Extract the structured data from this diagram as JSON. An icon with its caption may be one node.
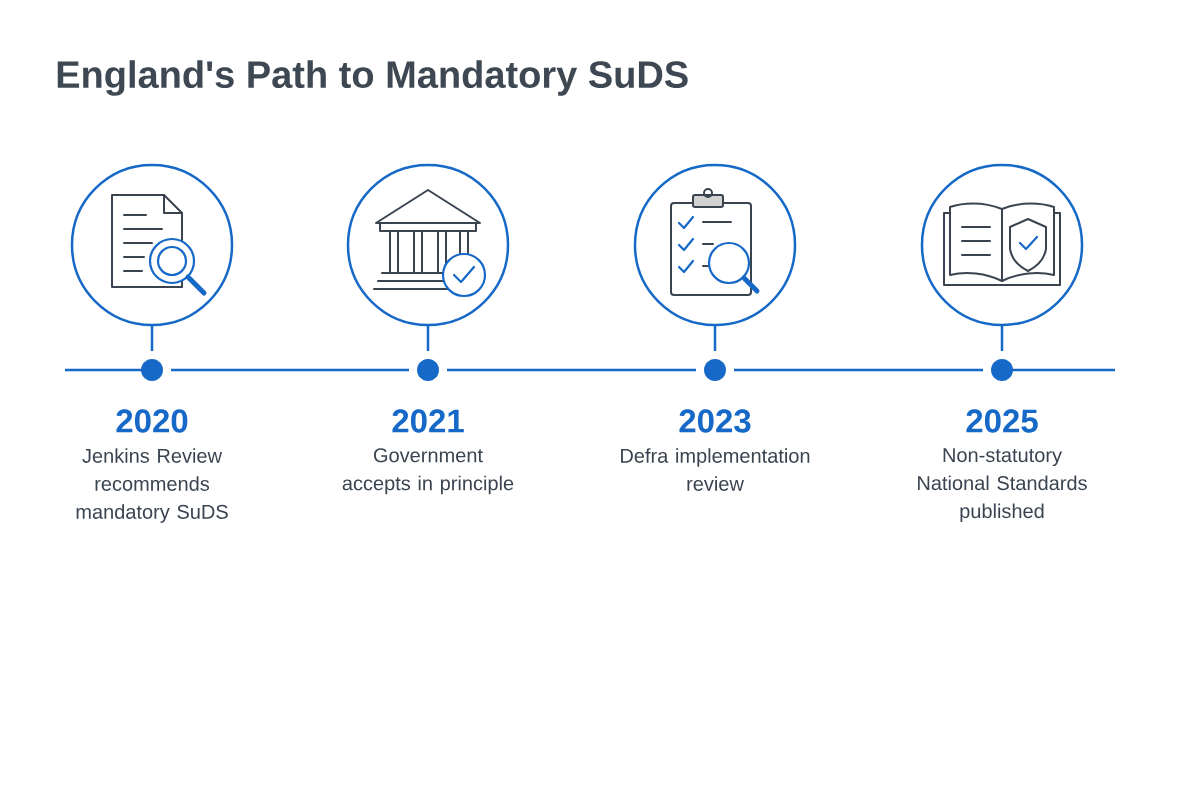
{
  "diagram": {
    "title": "England's Path to Mandatory SuDS",
    "nodes": [
      {
        "text": [],
        "shape": "circle"
      },
      {
        "text": [],
        "shape": "circle",
        "beside": [
          "2020",
          "Jenkins Review recommends mandatory SuDS"
        ]
      },
      {
        "text": [],
        "shape": "circle"
      },
      {
        "text": [],
        "shape": "circle",
        "beside": [
          "2021",
          "Government accepts in principle"
        ]
      },
      {
        "text": [],
        "shape": "circle"
      },
      {
        "text": [],
        "shape": "circle",
        "beside": [
          "2023",
          "Defra implementation review"
        ]
      },
      {
        "text": [],
        "shape": "circle"
      },
      {
        "text": [],
        "shape": "circle",
        "beside": [
          "2025",
          "Non-statutory National Standards published"
        ]
      }
    ],
    "edges": [
      {
        "from": 0,
        "to": 1,
        "arrow": "none"
      },
      {
        "from": 2,
        "to": 3,
        "arrow": "none"
      },
      {
        "from": 4,
        "to": 5,
        "arrow": "none"
      },
      {
        "from": 6,
        "to": 7,
        "arrow": "none"
      },
      {
        "from": 1,
        "to": 3,
        "arrow": "none"
      },
      {
        "from": 3,
        "to": 5,
        "arrow": "none"
      },
      {
        "from": 5,
        "to": 7,
        "arrow": "none"
      }
    ]
  }
}
